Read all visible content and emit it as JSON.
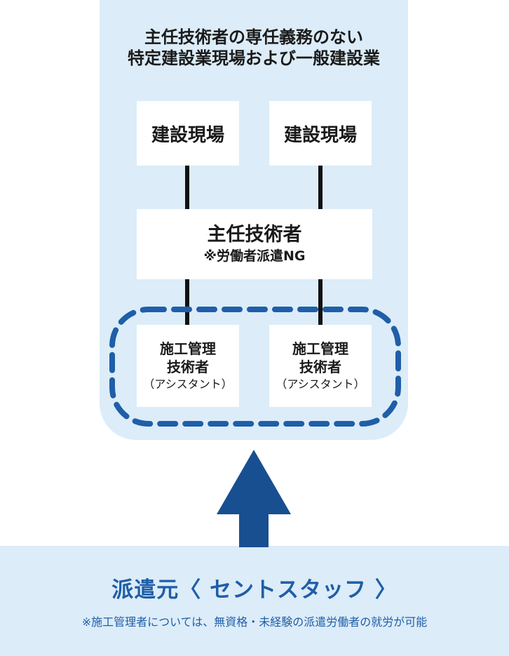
{
  "colors": {
    "panel_bg": "#dcecf8",
    "dashed_border": "#1f5ea8",
    "arrow": "#184f91",
    "footer_text": "#1f5ea8"
  },
  "panel": {
    "title_line1": "主任技術者の専任義務のない",
    "title_line2": "特定建設業現場および一般建設業"
  },
  "sites": [
    {
      "label": "建設現場"
    },
    {
      "label": "建設現場"
    }
  ],
  "chief": {
    "label": "主任技術者",
    "note": "※労働者派遣NG"
  },
  "assistants": [
    {
      "line1": "施工管理",
      "line2": "技術者",
      "line3": "（アシスタント）"
    },
    {
      "line1": "施工管理",
      "line2": "技術者",
      "line3": "（アシスタント）"
    }
  ],
  "footer": {
    "title": "派遣元〈 セントスタッフ 〉",
    "note": "※施工管理者については、無資格・未経験の派遣労働者の就労が可能"
  }
}
